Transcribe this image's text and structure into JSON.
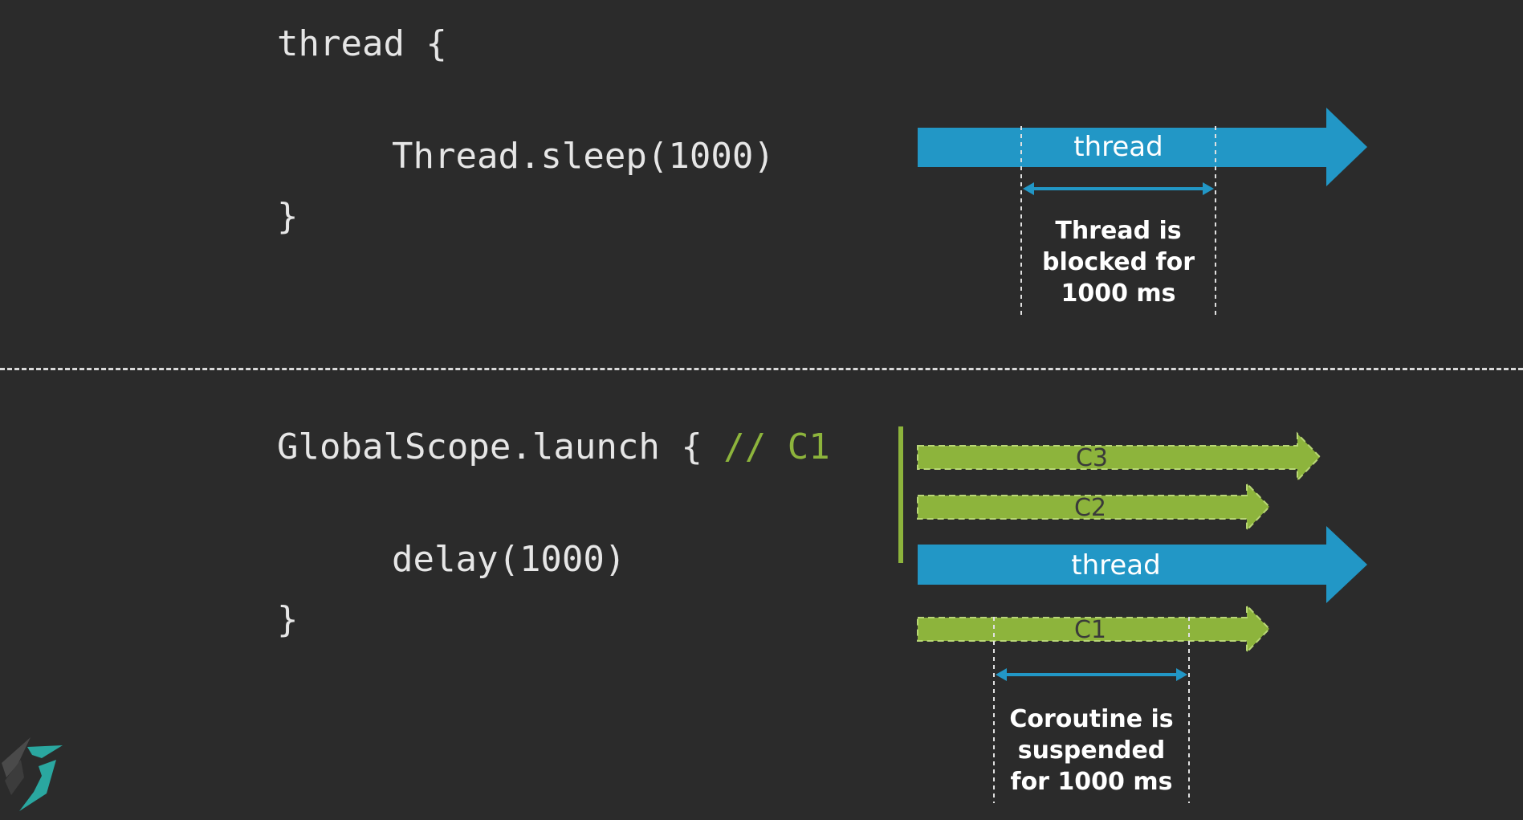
{
  "top": {
    "code": {
      "line1": "thread {",
      "line2": "Thread.sleep(1000)",
      "line3": "}"
    },
    "arrow_label": "thread",
    "note": [
      "Thread is",
      "blocked for",
      "1000 ms"
    ]
  },
  "bottom": {
    "code": {
      "line1": "GlobalScope.launch { ",
      "comment": "// C1",
      "line2": "delay(1000)",
      "line3": "}"
    },
    "arrows": {
      "c3": "C3",
      "c2": "C2",
      "thread": "thread",
      "c1": "C1"
    },
    "note": [
      "Coroutine is",
      "suspended",
      "for 1000 ms"
    ]
  },
  "colors": {
    "thread_blue": "#2297c6",
    "coroutine_green": "#8db43c",
    "background": "#2b2b2b"
  },
  "logo_icon": "brand-logo-icon"
}
